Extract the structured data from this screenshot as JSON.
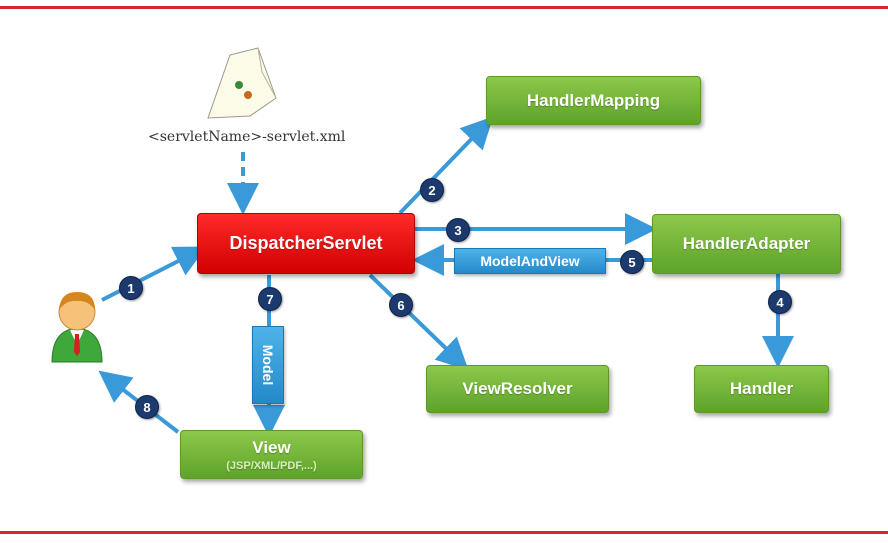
{
  "config_file": {
    "label": "<servletName>-servlet.xml"
  },
  "nodes": {
    "dispatcher": {
      "label": "DispatcherServlet"
    },
    "handler_mapping": {
      "label": "HandlerMapping"
    },
    "handler_adapter": {
      "label": "HandlerAdapter"
    },
    "handler": {
      "label": "Handler"
    },
    "view_resolver": {
      "label": "ViewResolver"
    },
    "view": {
      "label": "View",
      "sublabel": "(JSP/XML/PDF,...)"
    }
  },
  "tags": {
    "model_and_view": "ModelAndView",
    "model": "Model"
  },
  "steps": [
    "1",
    "2",
    "3",
    "4",
    "5",
    "6",
    "7",
    "8"
  ],
  "colors": {
    "arrow": "#3a9ad9",
    "node_green": "#6db33f",
    "dispatcher_red": "#e00000",
    "badge_navy": "#1c3a6e",
    "rule_red": "#d9262c"
  }
}
